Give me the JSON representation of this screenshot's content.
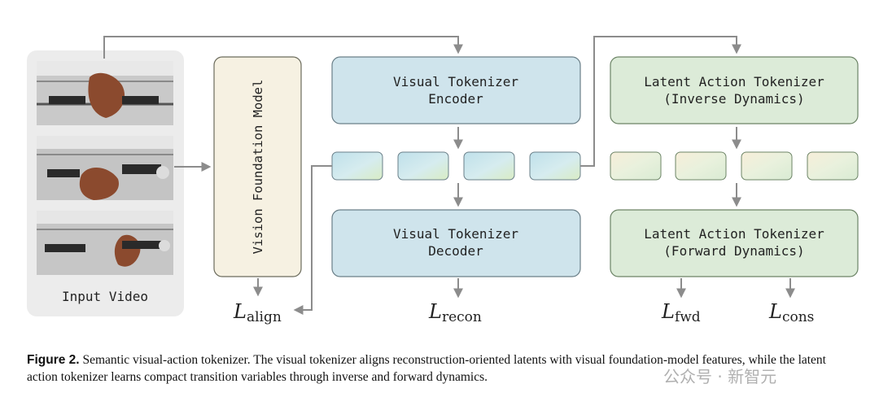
{
  "input_panel": {
    "label": "Input Video"
  },
  "vision_model": {
    "label": "Vision Foundation Model"
  },
  "visual_encoder": {
    "line1": "Visual Tokenizer",
    "line2": "Encoder"
  },
  "visual_decoder": {
    "line1": "Visual Tokenizer",
    "line2": "Decoder"
  },
  "action_inverse": {
    "line1": "Latent Action Tokenizer",
    "line2": "(Inverse Dynamics)"
  },
  "action_forward": {
    "line1": "Latent Action Tokenizer",
    "line2": "(Forward Dynamics)"
  },
  "losses": {
    "align": {
      "symbol": "L",
      "sub": "align"
    },
    "recon": {
      "symbol": "L",
      "sub": "recon"
    },
    "fwd": {
      "symbol": "L",
      "sub": "fwd"
    },
    "cons": {
      "symbol": "L",
      "sub": "cons"
    }
  },
  "caption": {
    "figure_label": "Figure 2.",
    "text": "Semantic visual-action tokenizer. The visual tokenizer aligns reconstruction-oriented latents with visual foundation-model features, while the latent action tokenizer learns compact transition variables through inverse and forward dynamics."
  },
  "watermark": "公众号 · 新智元",
  "colors": {
    "blue_box": "#cfe4ec",
    "green_box": "#dcebd8",
    "beige_box": "#f6f1e2",
    "input_panel": "#ececec"
  }
}
